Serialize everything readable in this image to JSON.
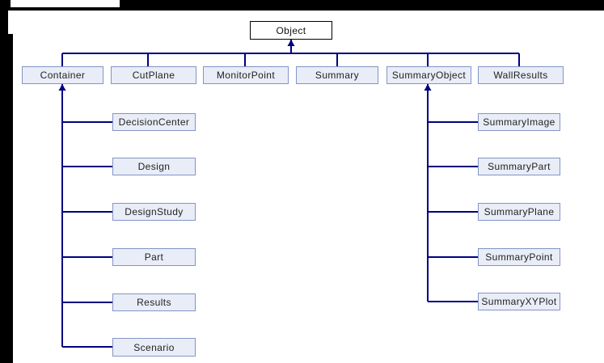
{
  "window": {
    "background": "#000000",
    "page_background": "#ffffff"
  },
  "colors": {
    "connector_line": "#000080",
    "node_fill": "#e9edf7",
    "node_border": "#8494c4",
    "root_fill": "#ffffff",
    "root_border": "#000000",
    "text": "#222222"
  },
  "diagram": {
    "type": "class-inheritance-hierarchy",
    "root": {
      "label": "Object"
    },
    "level1": [
      {
        "label": "Container"
      },
      {
        "label": "CutPlane"
      },
      {
        "label": "MonitorPoint"
      },
      {
        "label": "Summary"
      },
      {
        "label": "SummaryObject"
      },
      {
        "label": "WallResults"
      }
    ],
    "container_children": [
      {
        "label": "DecisionCenter"
      },
      {
        "label": "Design"
      },
      {
        "label": "DesignStudy"
      },
      {
        "label": "Part"
      },
      {
        "label": "Results"
      },
      {
        "label": "Scenario"
      }
    ],
    "summaryobject_children": [
      {
        "label": "SummaryImage"
      },
      {
        "label": "SummaryPart"
      },
      {
        "label": "SummaryPlane"
      },
      {
        "label": "SummaryPoint"
      },
      {
        "label": "SummaryXYPlot"
      }
    ]
  }
}
